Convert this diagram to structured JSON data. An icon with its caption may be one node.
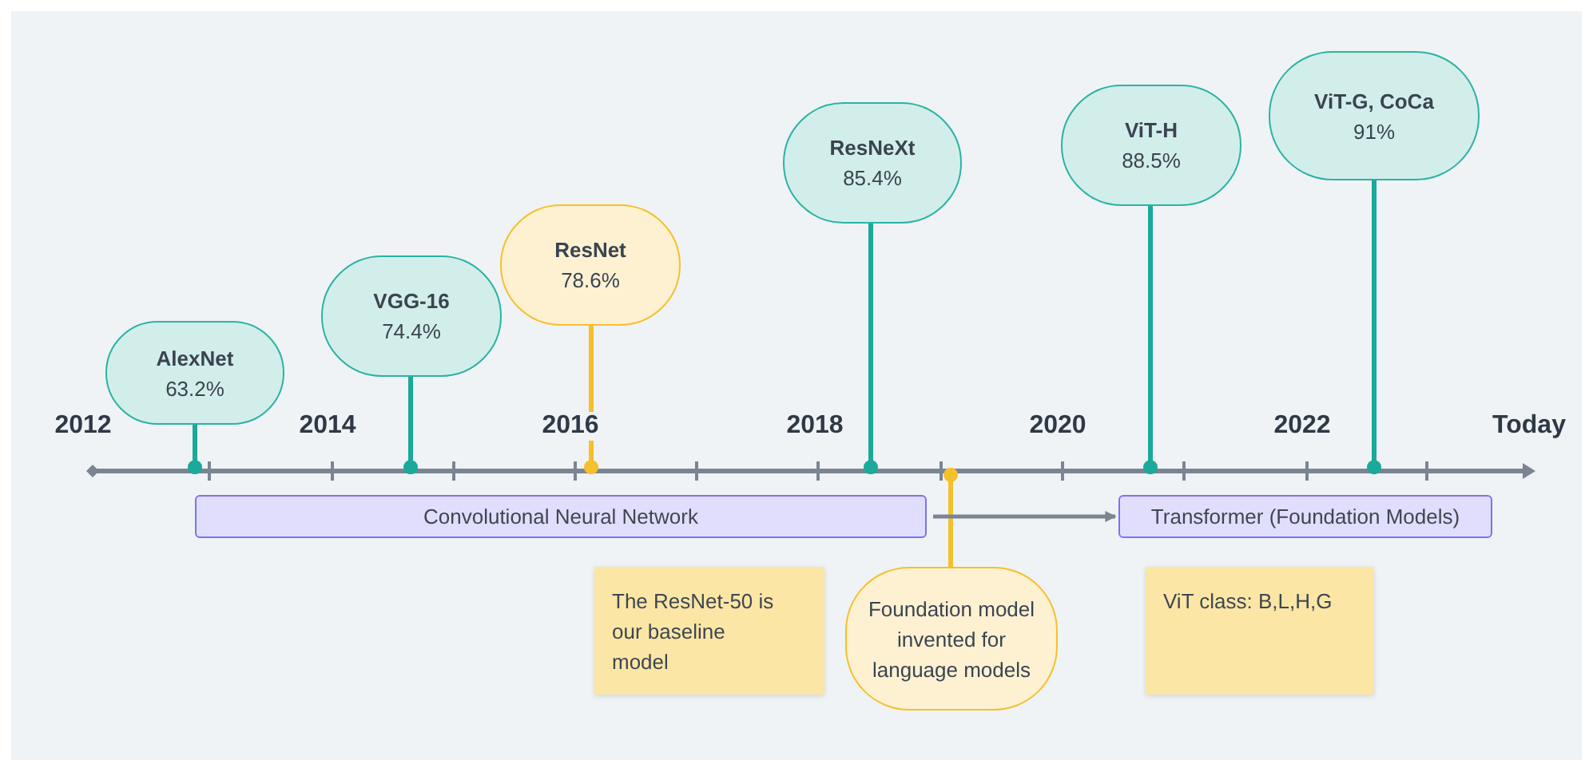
{
  "diagram": {
    "nodes": [
      {
        "text": [
          "AlexNet",
          "63.2%"
        ]
      },
      {
        "text": [
          "VGG-16",
          "74.4%"
        ]
      },
      {
        "text": [
          "ResNet",
          "78.6%"
        ]
      },
      {
        "text": [
          "ResNeXt",
          "85.4%"
        ]
      },
      {
        "text": [
          "ViT-H",
          "88.5%"
        ]
      },
      {
        "text": [
          "ViT-G, CoCa",
          "91%"
        ]
      },
      {
        "text": [
          "Convolutional Neural Network"
        ]
      },
      {
        "text": [
          "Transformer (Foundation Models)"
        ]
      },
      {
        "text": [
          "The ResNet-50 is our baseline model"
        ]
      },
      {
        "text": [
          "Foundation model invented for language models"
        ]
      },
      {
        "text": [
          "ViT class: B,L,H,G"
        ]
      },
      {
        "text": [],
        "shape": "bar"
      }
    ],
    "edges": [
      {
        "from": 0,
        "to": 11,
        "arrow": "other"
      },
      {
        "from": 1,
        "to": 11,
        "arrow": "other"
      },
      {
        "from": 2,
        "to": 11,
        "arrow": "other",
        "color": "#f5c02c"
      },
      {
        "from": 3,
        "to": 11,
        "arrow": "other"
      },
      {
        "from": 4,
        "to": 11,
        "arrow": "other"
      },
      {
        "from": 5,
        "to": 11,
        "arrow": "other"
      },
      {
        "from": 9,
        "to": 11,
        "arrow": "other",
        "color": "#f5c02c"
      },
      {
        "from": 6,
        "to": 7,
        "arrow": "to",
        "color": "#7a8591"
      }
    ],
    "labels": [
      "2012",
      "2014",
      "2016",
      "2018",
      "2020",
      "2022",
      "Today"
    ]
  }
}
